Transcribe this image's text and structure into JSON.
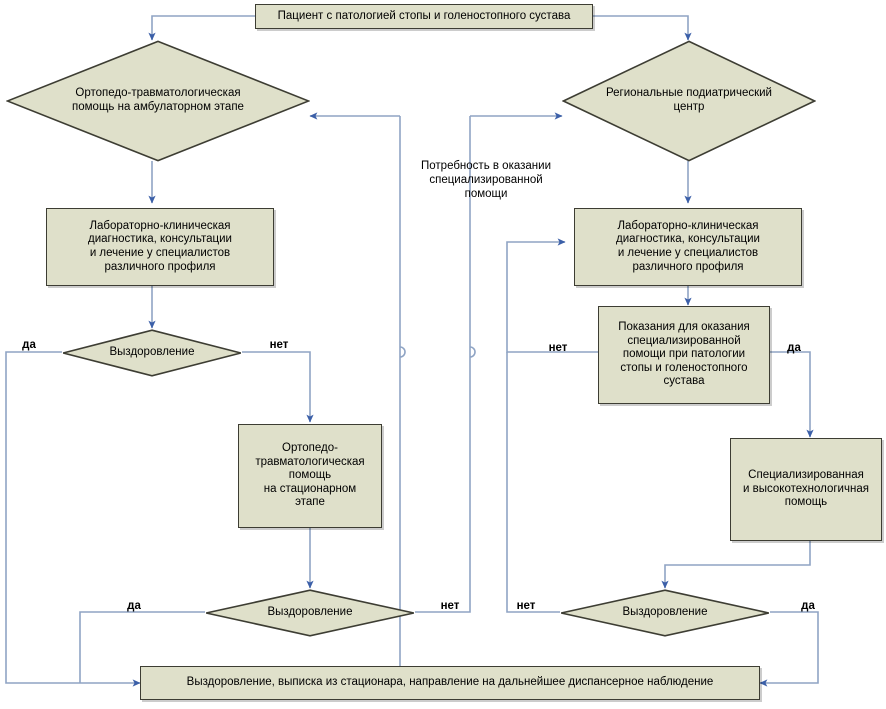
{
  "diagram": {
    "title_node": "Пациент с патологией стопы и голеностопного сустава",
    "nodes": {
      "top": "Пациент с патологией стопы и голеностопного сустава",
      "left_diamond": "Ортопедо-травматологическая\nпомощь на амбулаторном этапе",
      "right_diamond": "Региональные подиатрический\nцентр",
      "left_lab": "Лабораторно-клиническая\nдиагностика, консультации\nи лечение у специалистов\nразличного профиля",
      "right_lab": "Лабораторно-клиническая\nдиагностика, консультации\nи лечение у специалистов\nразличного профиля",
      "indications": "Показания для оказания\nспециализированной\nпомощи при патологии\nстопы и голеностопного\nсустава",
      "left_recovery": "Выздоровление",
      "inpatient": "Ортопедо-\nтравматологическая\nпомощь\nна стационарном\nэтапе",
      "specialized": "Специализированная\nи высокотехнологичная\nпомощь",
      "bottom_left_recovery": "Выздоровление",
      "bottom_right_recovery": "Выздоровление",
      "final": "Выздоровление, выписка из стационара, направление на дальнейшее диспансерное наблюдение"
    },
    "free_labels": {
      "need_specialized": "Потребность в оказании\nспециализированной\nпомощи"
    },
    "edge_labels": {
      "l_rec_yes": "да",
      "l_rec_no": "нет",
      "ind_no": "нет",
      "ind_yes": "да",
      "bl_rec_yes": "да",
      "bl_rec_no": "нет",
      "br_rec_no": "нет",
      "br_rec_yes": "да"
    },
    "colors": {
      "node_fill": "#dfe0ca",
      "node_stroke": "#3d3d33",
      "connector": "#8fa4c4",
      "arrow": "#3b5fa8",
      "text": "#000000",
      "background": "#ffffff"
    }
  }
}
